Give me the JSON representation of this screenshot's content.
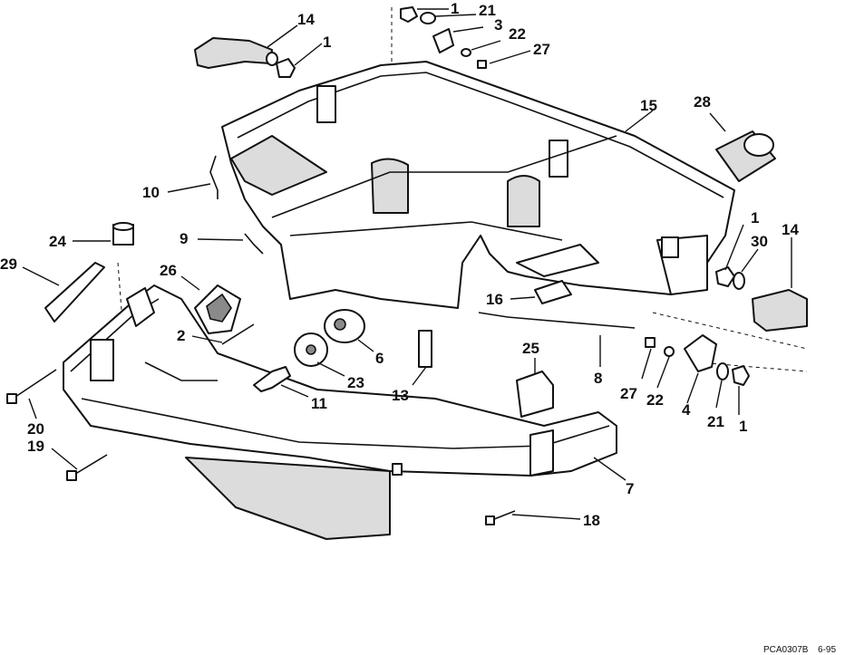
{
  "callouts": [
    {
      "id": "c14a",
      "text": "14"
    },
    {
      "id": "c1a",
      "text": "1"
    },
    {
      "id": "c1b",
      "text": "1"
    },
    {
      "id": "c21a",
      "text": "21"
    },
    {
      "id": "c3",
      "text": "3"
    },
    {
      "id": "c22a",
      "text": "22"
    },
    {
      "id": "c27a",
      "text": "27"
    },
    {
      "id": "c15",
      "text": "15"
    },
    {
      "id": "c28",
      "text": "28"
    },
    {
      "id": "c10",
      "text": "10"
    },
    {
      "id": "c9",
      "text": "9"
    },
    {
      "id": "c24",
      "text": "24"
    },
    {
      "id": "c29",
      "text": "29"
    },
    {
      "id": "c26",
      "text": "26"
    },
    {
      "id": "c2",
      "text": "2"
    },
    {
      "id": "c6",
      "text": "6"
    },
    {
      "id": "c23",
      "text": "23"
    },
    {
      "id": "c11",
      "text": "11"
    },
    {
      "id": "c16",
      "text": "16"
    },
    {
      "id": "c13",
      "text": "13"
    },
    {
      "id": "c25",
      "text": "25"
    },
    {
      "id": "c8",
      "text": "8"
    },
    {
      "id": "c1c",
      "text": "1"
    },
    {
      "id": "c30",
      "text": "30"
    },
    {
      "id": "c14b",
      "text": "14"
    },
    {
      "id": "c27b",
      "text": "27"
    },
    {
      "id": "c22b",
      "text": "22"
    },
    {
      "id": "c4",
      "text": "4"
    },
    {
      "id": "c21b",
      "text": "21"
    },
    {
      "id": "c1d",
      "text": "1"
    },
    {
      "id": "c20",
      "text": "20"
    },
    {
      "id": "c19",
      "text": "19"
    },
    {
      "id": "c7",
      "text": "7"
    },
    {
      "id": "c18",
      "text": "18"
    }
  ],
  "figure_code": "PCA0307B",
  "figure_date": "6-95"
}
